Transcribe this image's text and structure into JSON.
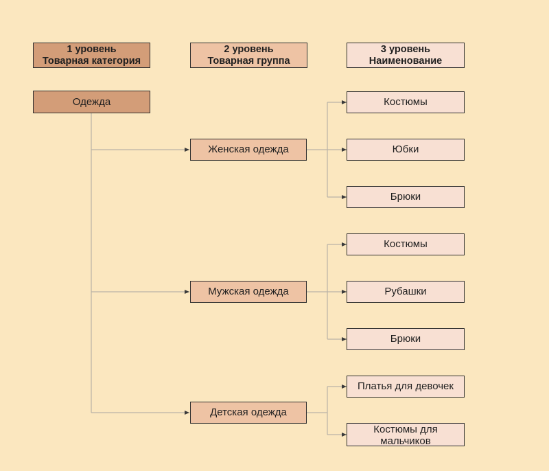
{
  "colors": {
    "background": "#fbe7bf",
    "level1_fill": "#d39d78",
    "level2_fill": "#eec3a4",
    "level3_fill": "#f8e0d3",
    "border": "#2e2e2e",
    "connector": "#b9b2a6"
  },
  "headers": {
    "level1": {
      "line1": "1 уровень",
      "line2": "Товарная категория"
    },
    "level2": {
      "line1": "2 уровень",
      "line2": "Товарная группа"
    },
    "level3": {
      "line1": "3 уровень",
      "line2": "Наименование"
    }
  },
  "tree": {
    "category": "Одежда",
    "groups": [
      {
        "label": "Женская одежда",
        "items": [
          "Костюмы",
          "Юбки",
          "Брюки"
        ]
      },
      {
        "label": "Мужская одежда",
        "items": [
          "Костюмы",
          "Рубашки",
          "Брюки"
        ]
      },
      {
        "label": "Детская одежда",
        "items": [
          "Платья для девочек",
          "Костюмы для",
          "мальчиков"
        ]
      }
    ]
  }
}
